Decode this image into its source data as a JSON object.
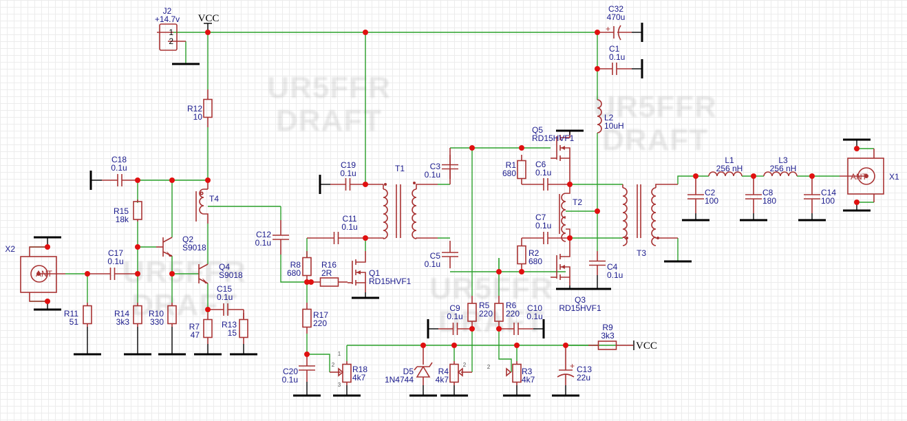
{
  "title": "RF amplifier schematic",
  "watermarks": [
    {
      "line1": "UR5FFR",
      "line2": "DRAFT"
    },
    {
      "line1": "UR5FFR",
      "line2": "DRAFT"
    },
    {
      "line1": "UR5FFR",
      "line2": "DRAFT"
    },
    {
      "line1": "UR5FFR",
      "line2": "DRAFT"
    }
  ],
  "power": {
    "vcc_label": "VCC",
    "vcc_label_2": "VCC"
  },
  "connectors": {
    "J2": {
      "ref": "J2",
      "value": "+14.7v",
      "pin1": "1",
      "pin2": "2"
    },
    "X2": {
      "ref": "X2",
      "text": "ANT"
    },
    "X1": {
      "ref": "X1",
      "text": "ANT"
    }
  },
  "resistors": {
    "R1": {
      "ref": "R1",
      "value": "680"
    },
    "R2": {
      "ref": "R2",
      "value": "680"
    },
    "R3": {
      "ref": "R3",
      "value": "4k7"
    },
    "R4": {
      "ref": "R4",
      "value": "4k7"
    },
    "R5": {
      "ref": "R5",
      "value": "220"
    },
    "R6": {
      "ref": "R6",
      "value": "220"
    },
    "R7": {
      "ref": "R7",
      "value": "47"
    },
    "R8": {
      "ref": "R8",
      "value": "680"
    },
    "R9": {
      "ref": "R9",
      "value": "3k3"
    },
    "R10": {
      "ref": "R10",
      "value": "330"
    },
    "R11": {
      "ref": "R11",
      "value": "51"
    },
    "R12": {
      "ref": "R12",
      "value": "10"
    },
    "R13": {
      "ref": "R13",
      "value": "15"
    },
    "R14": {
      "ref": "R14",
      "value": "3k3"
    },
    "R15": {
      "ref": "R15",
      "value": "18k"
    },
    "R16": {
      "ref": "R16",
      "value": "2R"
    },
    "R17": {
      "ref": "R17",
      "value": "220"
    },
    "R18": {
      "ref": "R18",
      "value": "4k7"
    }
  },
  "capacitors": {
    "C1": {
      "ref": "C1",
      "value": "0.1u"
    },
    "C2": {
      "ref": "C2",
      "value": "100"
    },
    "C3": {
      "ref": "C3",
      "value": "0.1u"
    },
    "C4": {
      "ref": "C4",
      "value": "0.1u"
    },
    "C5": {
      "ref": "C5",
      "value": "0.1u"
    },
    "C6": {
      "ref": "C6",
      "value": "0.1u"
    },
    "C7": {
      "ref": "C7",
      "value": "0.1u"
    },
    "C8": {
      "ref": "C8",
      "value": "180"
    },
    "C9": {
      "ref": "C9",
      "value": "0.1u"
    },
    "C10": {
      "ref": "C10",
      "value": "0.1u"
    },
    "C11": {
      "ref": "C11",
      "value": "0.1u"
    },
    "C12": {
      "ref": "C12",
      "value": "0.1u"
    },
    "C13": {
      "ref": "C13",
      "value": "22u"
    },
    "C14": {
      "ref": "C14",
      "value": "100"
    },
    "C15": {
      "ref": "C15",
      "value": "0.1u"
    },
    "C17": {
      "ref": "C17",
      "value": "0.1u"
    },
    "C18": {
      "ref": "C18",
      "value": "0.1u"
    },
    "C19": {
      "ref": "C19",
      "value": "0.1u"
    },
    "C20": {
      "ref": "C20",
      "value": "0.1u"
    },
    "C32": {
      "ref": "C32",
      "value": "470u"
    }
  },
  "inductors": {
    "L1": {
      "ref": "L1",
      "value": "256 nH"
    },
    "L2": {
      "ref": "L2",
      "value": "10uH"
    },
    "L3": {
      "ref": "L3",
      "value": "256 nH"
    }
  },
  "transformers": {
    "T1": {
      "ref": "T1"
    },
    "T2": {
      "ref": "T2"
    },
    "T3": {
      "ref": "T3"
    },
    "T4": {
      "ref": "T4"
    }
  },
  "transistors": {
    "Q1": {
      "ref": "Q1",
      "value": "RD15HVF1"
    },
    "Q2": {
      "ref": "Q2",
      "value": "S9018"
    },
    "Q3": {
      "ref": "Q3",
      "value": "RD15HVF1"
    },
    "Q4": {
      "ref": "Q4",
      "value": "S9018"
    },
    "Q5": {
      "ref": "Q5",
      "value": "RD15HVF1"
    }
  },
  "diodes": {
    "D5": {
      "ref": "D5",
      "value": "1N4744"
    }
  },
  "pot_pins": {
    "p1": "1",
    "p2": "2",
    "p3": "3"
  },
  "colors": {
    "wire": "#2aa02a",
    "component": "#a83232",
    "junction": "#e01010",
    "label": "#1a1a8c",
    "ground": "#000000",
    "grid": "#ececec"
  }
}
